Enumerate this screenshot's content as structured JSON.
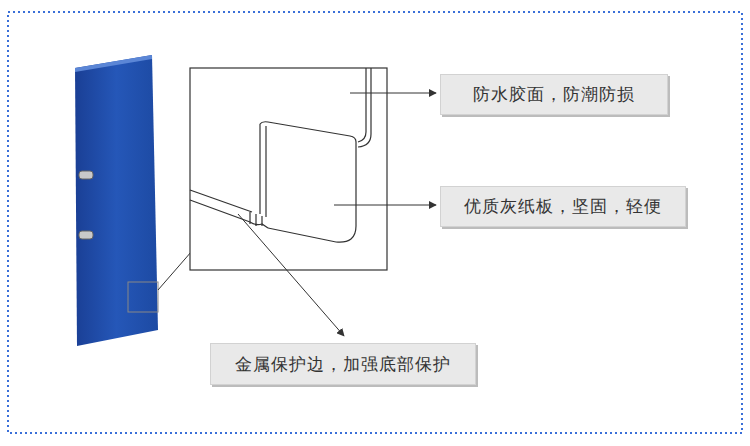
{
  "diagram": {
    "nodes": [
      {
        "text": [
          "防水胶面，防潮防损"
        ]
      },
      {
        "text": [
          "优质灰纸板，坚固，轻便"
        ]
      },
      {
        "text": [
          "金属保护边，加强底部保护"
        ]
      }
    ]
  }
}
